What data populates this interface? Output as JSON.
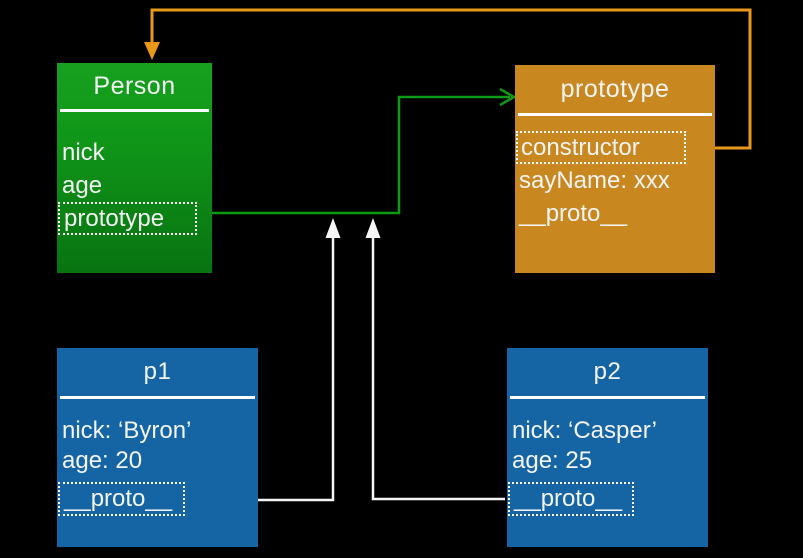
{
  "diagram": {
    "description": "JavaScript constructor / prototype chain diagram",
    "background_color": "#000000",
    "boxes": {
      "person": {
        "title": "Person",
        "fields": [
          "nick",
          "age",
          "prototype"
        ],
        "highlighted_field": "prototype",
        "color_top": "#17a11f",
        "color_bottom": "#087311"
      },
      "prototype": {
        "title": "prototype",
        "fields": [
          "constructor",
          "sayName: xxx",
          "__proto__"
        ],
        "highlighted_field": "constructor",
        "color": "#c8871f"
      },
      "p1": {
        "title": "p1",
        "fields": [
          "nick: ‘Byron’",
          "age: 20",
          "__proto__"
        ],
        "highlighted_field": "__proto__",
        "color": "#1565a5"
      },
      "p2": {
        "title": "p2",
        "fields": [
          "nick: ‘Casper’",
          "age: 25",
          "__proto__"
        ],
        "highlighted_field": "__proto__",
        "color": "#1565a5"
      }
    },
    "arrows": [
      {
        "name": "person-prototype-to-prototype-object",
        "color": "#0d9a14",
        "from": "Person.prototype",
        "to": "prototype box"
      },
      {
        "name": "constructor-to-person",
        "color": "#e8991c",
        "from": "prototype.constructor",
        "to": "Person box"
      },
      {
        "name": "p1-proto-to-prototype-object",
        "color": "#f5f5f5",
        "from": "p1.__proto__",
        "to": "prototype link"
      },
      {
        "name": "p2-proto-to-prototype-object",
        "color": "#f5f5f5",
        "from": "p2.__proto__",
        "to": "prototype link"
      }
    ]
  }
}
